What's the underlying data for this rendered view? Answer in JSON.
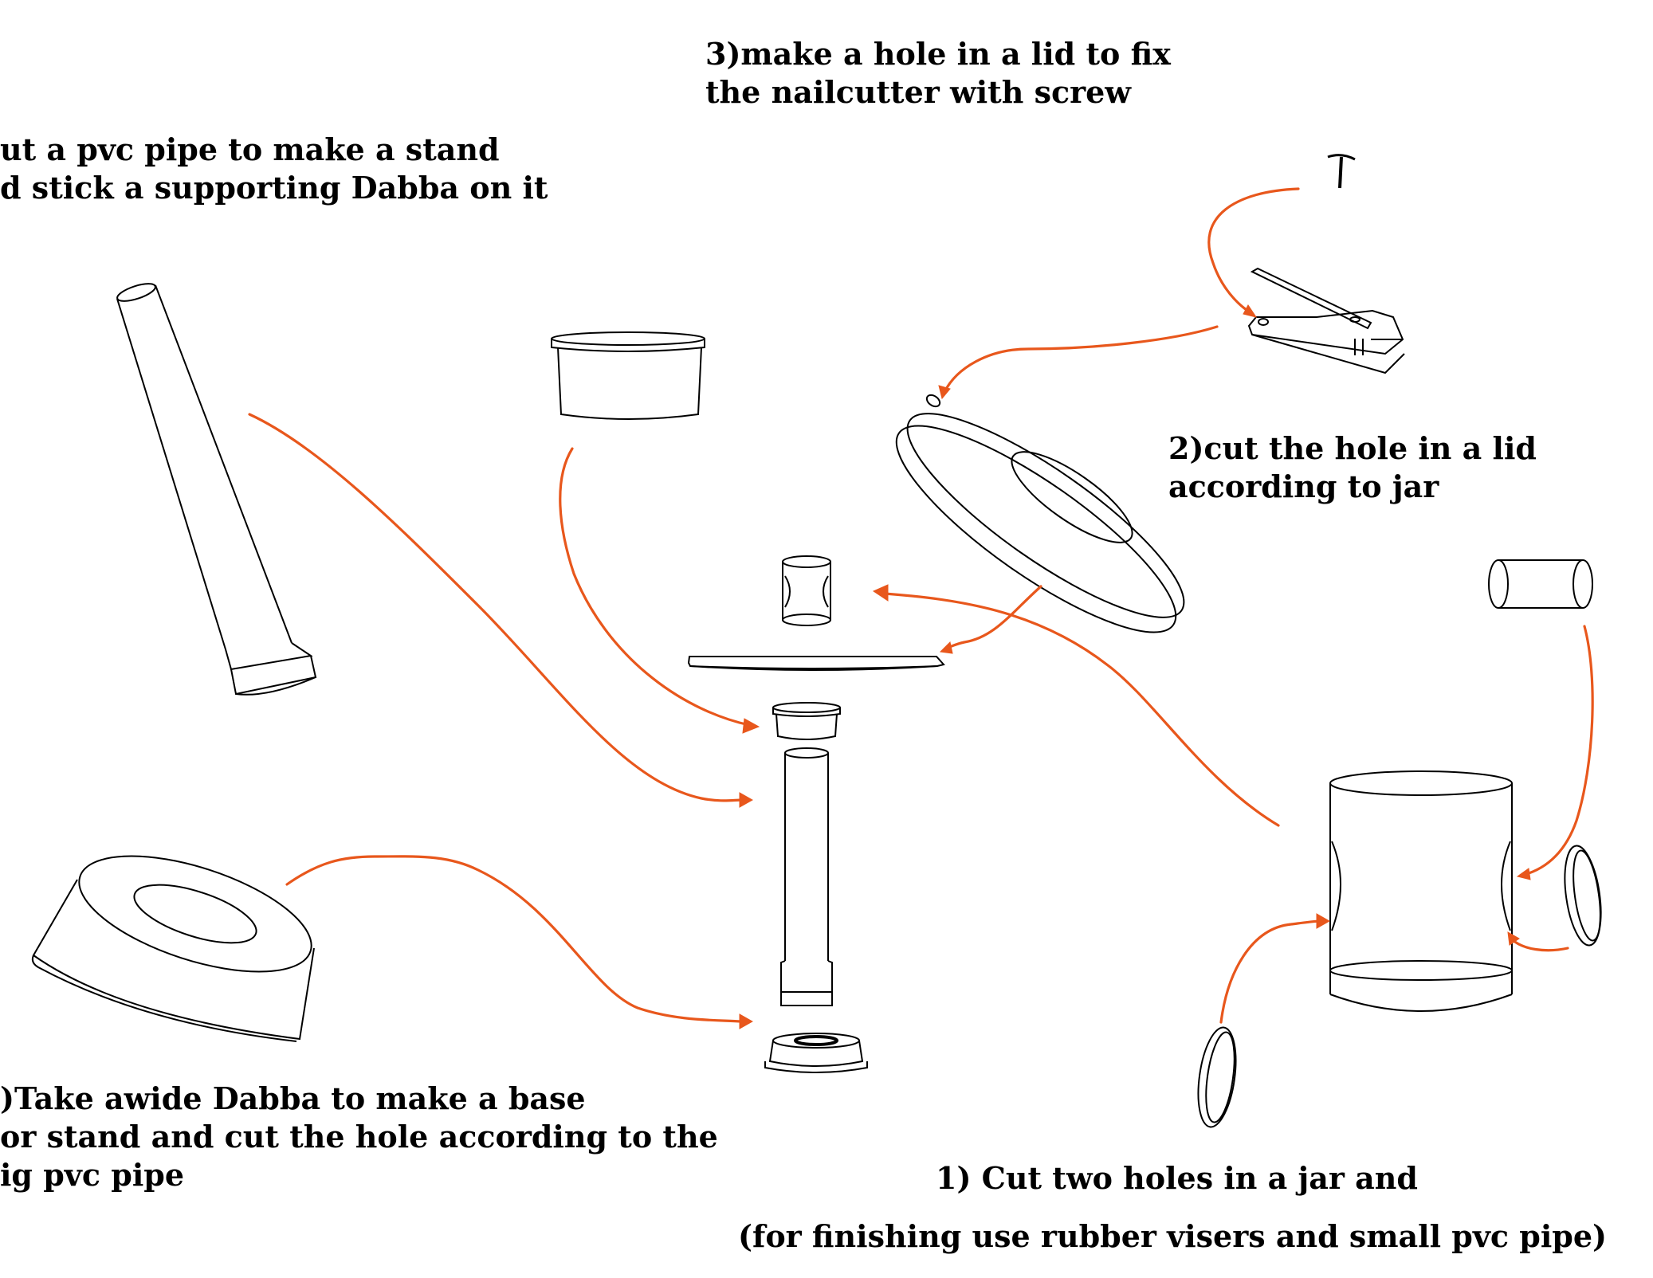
{
  "notes": {
    "step3": {
      "line1": "3)make a hole in a lid to fix",
      "line2": "the nailcutter with screw"
    },
    "step_stand": {
      "line1": "ut a pvc pipe to make a stand",
      "line2": "d stick a supporting Dabba on it"
    },
    "step2": {
      "line1": "2)cut the hole in a lid",
      "line2": "according to jar"
    },
    "step_base": {
      "line1": ")Take awide Dabba to make a base",
      "line2": "or stand and cut the hole according to the",
      "line3": "ig pvc pipe"
    },
    "step1": {
      "line1": "1) Cut two holes in a jar and",
      "line2": "(for finishing use rubber visers and small pvc pipe)"
    }
  },
  "colors": {
    "arrow": "#e8571c",
    "outline": "#000000",
    "background": "#ffffff"
  }
}
